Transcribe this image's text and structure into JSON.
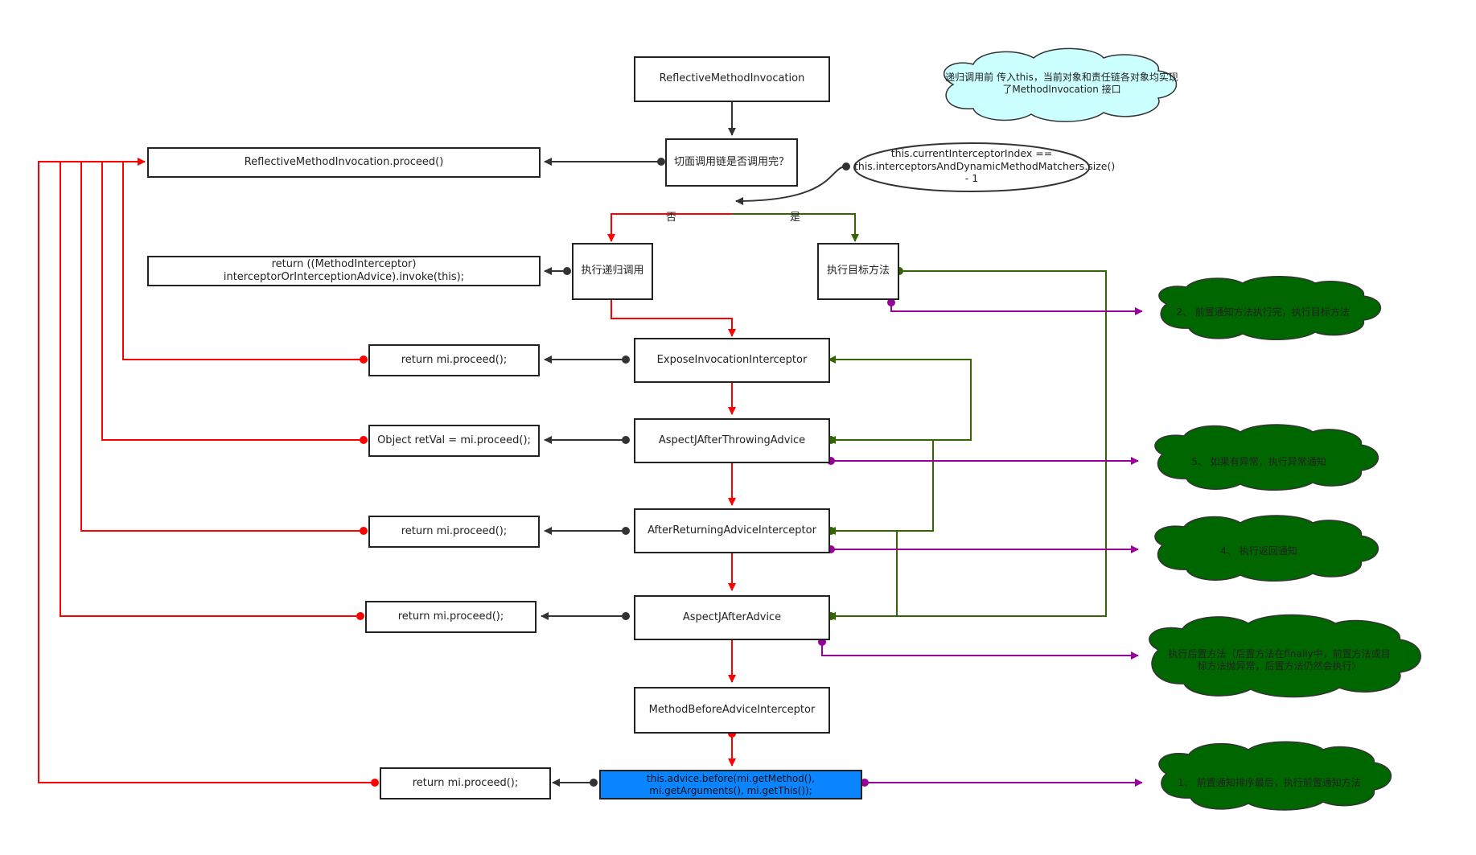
{
  "nodes": {
    "rmi": "ReflectiveMethodInvocation",
    "check": "切面调用链是否调用完？",
    "proceed": "ReflectiveMethodInvocation.proceed()",
    "return_invoke": "return ((MethodInterceptor) interceptorOrInterceptionAdvice).invoke(this);",
    "recursive": "执行递归调用",
    "target": "执行目标方法",
    "expose": "ExposeInvocationInterceptor",
    "ret1": "return mi.proceed();",
    "throwing": "AspectJAfterThrowingAdvice",
    "retval": "Object retVal = mi.proceed();",
    "afterReturning": "AfterReturningAdviceInterceptor",
    "ret2": "return mi.proceed();",
    "after": "AspectJAfterAdvice",
    "ret3": "return mi.proceed();",
    "before": "MethodBeforeAdviceInterceptor",
    "ret4": "return mi.proceed();",
    "adviceBefore": "this.advice.before(mi.getMethod(), mi.getArguments(), mi.getThis());"
  },
  "branch_labels": {
    "no": "否",
    "yes": "是"
  },
  "callouts": {
    "condition": "this.currentInterceptorIndex == this.interceptorsAndDynamicMethodMatchers.size() - 1",
    "note": "递归调用前 传入this，当前对象和责任链各对象均实现了MethodInvocation 接口"
  },
  "green_notes": {
    "n2": "2、 前置通知方法执行完，执行目标方法",
    "n5": "5、 如果有异常，执行异常通知",
    "n4": "4、 执行返回通知",
    "n3": "执行后置方法（后置方法在finally中，前置方法或目标方法抛异常，后置方法仍然会执行）",
    "n1": "1、 前置通知排序最后，执行前置通知方法"
  },
  "colors": {
    "red": "#ff0000",
    "green": "#336600",
    "purple": "#990099",
    "dark": "#333333",
    "blue_fill": "#0a84ff",
    "cloud_light": "#ccffff",
    "cloud_dark": "#006600"
  }
}
